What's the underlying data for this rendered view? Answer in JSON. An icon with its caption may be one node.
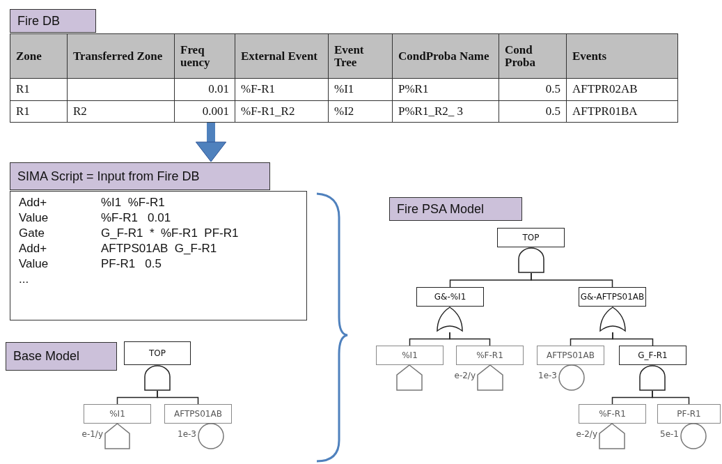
{
  "diagram": {
    "nodes": [
      {
        "text": [
          "Fire DB"
        ]
      },
      {
        "text": [],
        "shape": "table"
      },
      {
        "text": [
          "SIMA Script = Input from Fire DB"
        ]
      },
      {
        "text": [
          "Add+",
          "%I1  %F-R1",
          "Value",
          "%F-R1   0.01",
          "Gate",
          "G_F-R1  *  %F-R1  PF-R1",
          "Add+",
          "AFTPS01AB  G_F-R1",
          "Value",
          "PF-R1   0.5",
          "..."
        ]
      },
      {
        "text": [
          "Base Model"
        ]
      },
      {
        "text": [
          "TOP"
        ]
      },
      {
        "text": [],
        "shape": "and-gate"
      },
      {
        "text": [
          "%I1"
        ]
      },
      {
        "text": [],
        "shape": "house",
        "beside": [
          "e-1/y"
        ]
      },
      {
        "text": [
          "AFTPS01AB"
        ]
      },
      {
        "text": [],
        "shape": "circle",
        "beside": [
          "1e-3"
        ]
      },
      {
        "text": [
          "Fire PSA Model"
        ]
      },
      {
        "text": [
          "TOP"
        ]
      },
      {
        "text": [],
        "shape": "and-gate"
      },
      {
        "text": [
          "G&-%I1"
        ]
      },
      {
        "text": [
          "G&-AFTPS01AB"
        ]
      },
      {
        "text": [],
        "shape": "or-gate"
      },
      {
        "text": [],
        "shape": "or-gate"
      },
      {
        "text": [
          "%I1"
        ]
      },
      {
        "text": [],
        "shape": "house"
      },
      {
        "text": [
          "%F-R1"
        ]
      },
      {
        "text": [],
        "shape": "house",
        "beside": [
          "e-2/y"
        ]
      },
      {
        "text": [
          "AFTPS01AB"
        ]
      },
      {
        "text": [],
        "shape": "circle",
        "beside": [
          "1e-3"
        ]
      },
      {
        "text": [
          "G_F-R1"
        ]
      },
      {
        "text": [],
        "shape": "and-gate"
      },
      {
        "text": [
          "%F-R1"
        ]
      },
      {
        "text": [],
        "shape": "house",
        "beside": [
          "e-2/y"
        ]
      },
      {
        "text": [
          "PF-R1"
        ]
      },
      {
        "text": [],
        "shape": "circle",
        "beside": [
          "5e-1"
        ]
      }
    ],
    "edges": [
      {
        "from": 1,
        "to": 2,
        "arrow": "to",
        "style": "thick",
        "color": "#4f81bd"
      },
      {
        "from": 6,
        "to": 7,
        "arrow": "none"
      },
      {
        "from": 6,
        "to": 9,
        "arrow": "none"
      },
      {
        "from": 13,
        "to": 14,
        "arrow": "none"
      },
      {
        "from": 13,
        "to": 15,
        "arrow": "none"
      },
      {
        "from": 16,
        "to": 18,
        "arrow": "none"
      },
      {
        "from": 16,
        "to": 20,
        "arrow": "none"
      },
      {
        "from": 17,
        "to": 22,
        "arrow": "none"
      },
      {
        "from": 17,
        "to": 24,
        "arrow": "none"
      },
      {
        "from": 25,
        "to": 26,
        "arrow": "none"
      },
      {
        "from": 25,
        "to": 28,
        "arrow": "none"
      }
    ],
    "labels": [
      "Zone",
      "Transferred Zone",
      "Freq uency",
      "External Event",
      "Event Tree",
      "CondProba Name",
      "Cond Proba",
      "Events",
      "R1",
      "0.01",
      "%F-R1",
      "%I1",
      "P%R1",
      "0.5",
      "AFTPR02AB",
      "R1",
      "R2",
      "0.001",
      "%F-R1_R2",
      "%I2",
      "P%R1_R2_ 3",
      "0.5",
      "AFTPR01BA"
    ]
  }
}
